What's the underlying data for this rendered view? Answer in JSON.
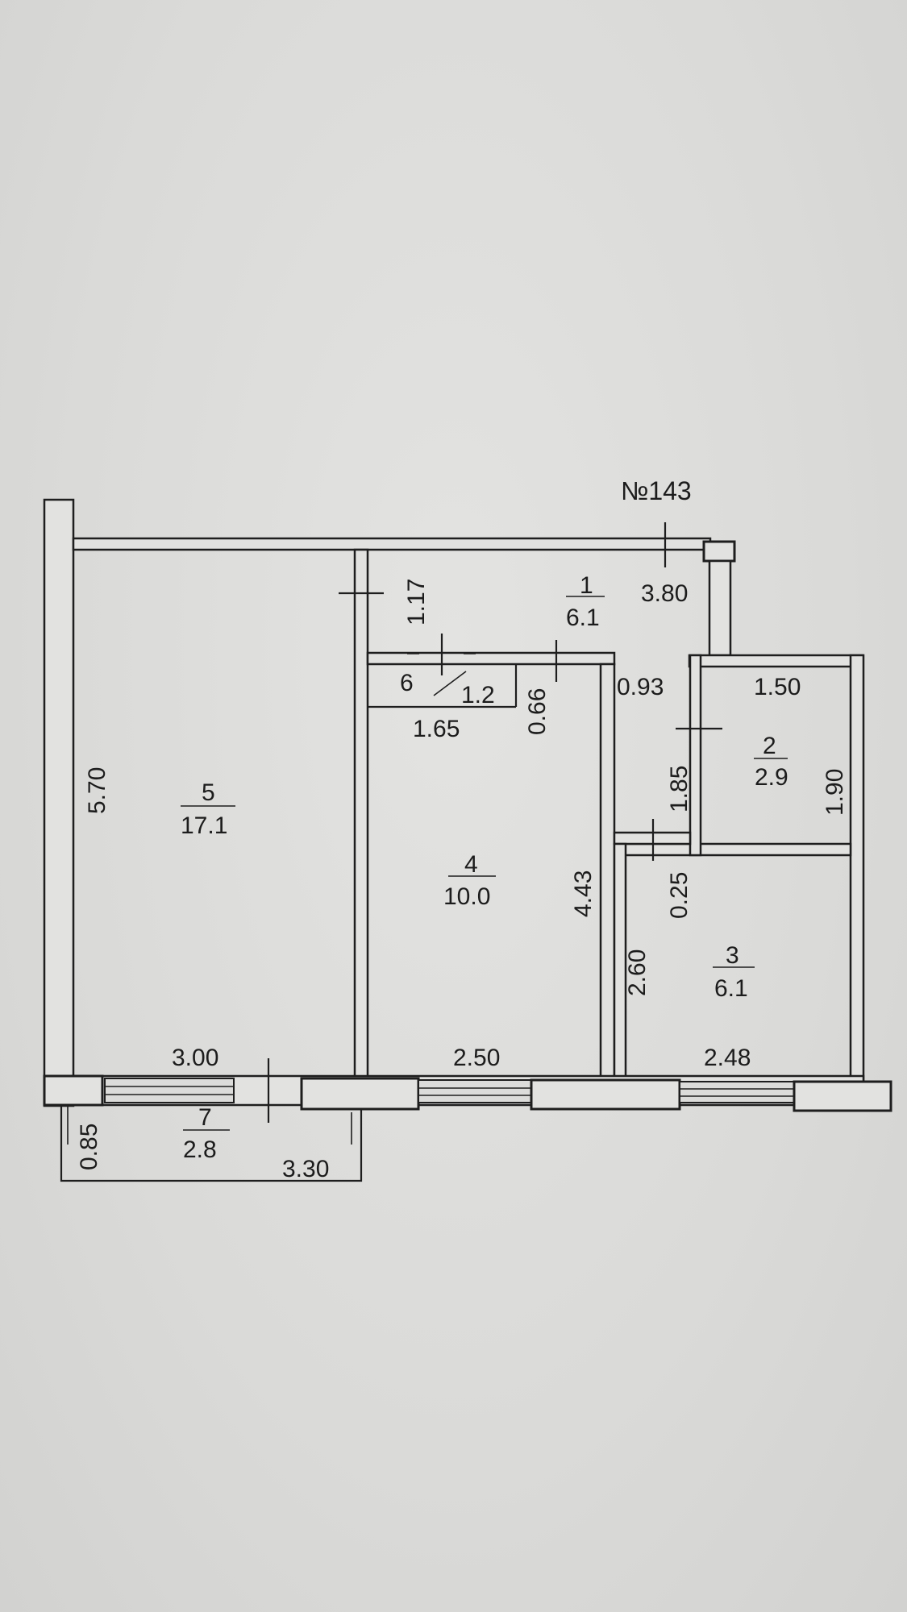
{
  "plan": {
    "apartment_number": "№143",
    "rooms": [
      {
        "id": "1",
        "area": "6.1"
      },
      {
        "id": "2",
        "area": "2.9"
      },
      {
        "id": "3",
        "area": "6.1"
      },
      {
        "id": "4",
        "area": "10.0"
      },
      {
        "id": "5",
        "area": "17.1"
      },
      {
        "id": "6",
        "area": "1.2"
      },
      {
        "id": "7",
        "area": "2.8"
      }
    ],
    "dimensions": {
      "d_570": "5.70",
      "d_117": "1.17",
      "d_380": "3.80",
      "d_093": "0.93",
      "d_150": "1.50",
      "d_185": "1.85",
      "d_190": "1.90",
      "d_165": "1.65",
      "d_066": "0.66",
      "d_443": "4.43",
      "d_025": "0.25",
      "d_260": "2.60",
      "d_300": "3.00",
      "d_250": "2.50",
      "d_248": "2.48",
      "d_085": "0.85",
      "d_330": "3.30"
    }
  }
}
